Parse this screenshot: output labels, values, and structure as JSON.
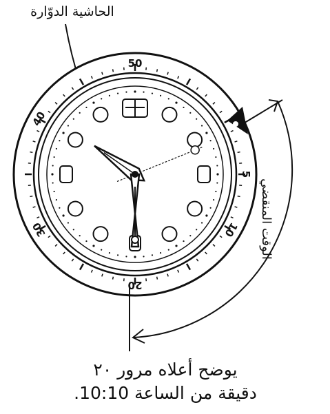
{
  "labels": {
    "bezel": "الحاشية الدوّارة",
    "elapsed": "الوقت المنقضي"
  },
  "caption": {
    "line1": "يوضح أعلاه مرور ٢٠",
    "line2": "دقيقة من الساعة 10:10."
  },
  "bezel_numbers": [
    "50",
    "40",
    "30",
    "20",
    "10",
    "5"
  ],
  "time": {
    "hour": 10,
    "minute": 10
  },
  "elapsed_minutes": 20
}
